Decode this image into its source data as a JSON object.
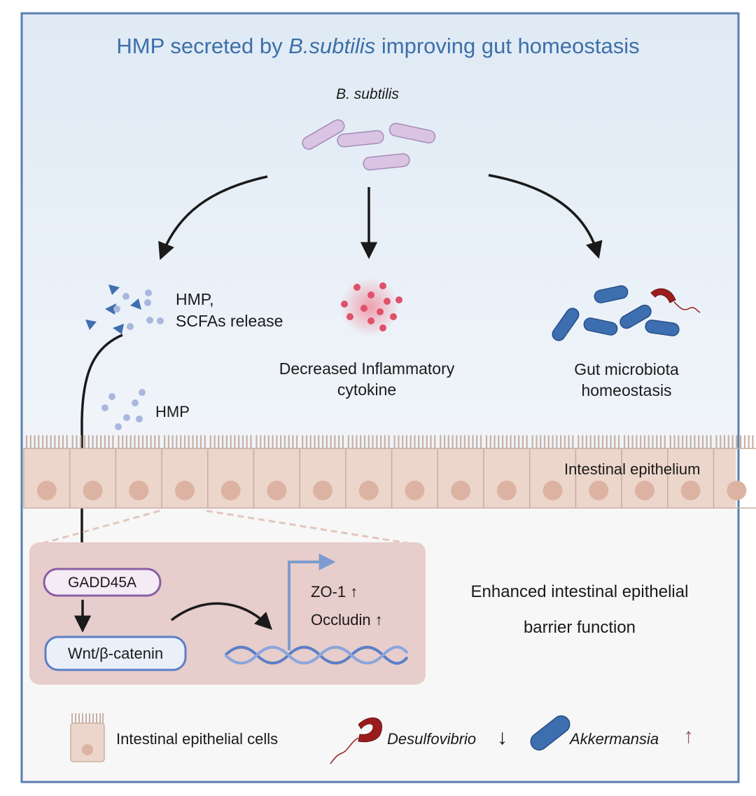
{
  "title": {
    "part1": "HMP secreted by ",
    "part2": "B.subtilis",
    "part3": " improving gut homeostasis"
  },
  "top_label": "B. subtilis",
  "branches": {
    "left_line1": "HMP,",
    "left_line2": "SCFAs release",
    "middle_line1": "Decreased Inflammatory",
    "middle_line2": "cytokine",
    "right_line1": "Gut microbiota",
    "right_line2": "homeostasis"
  },
  "hmp_label": "HMP",
  "epithelium_label": "Intestinal epithelium",
  "pathway": {
    "gadd": "GADD45A",
    "wnt": "Wnt/β-catenin",
    "zo1": "ZO-1",
    "occludin": "Occludin",
    "up_arrow": "↑"
  },
  "outcome_line1": "Enhanced intestinal epithelial",
  "outcome_line2": "barrier function",
  "legend": {
    "cells": "Intestinal epithelial cells",
    "desulfovibrio": "Desulfovibrio",
    "desulfovibrio_arrow": "↓",
    "akkermansia": "Akkermansia",
    "akkermansia_arrow": "↑"
  },
  "colors": {
    "title_blue": "#3e6fa8",
    "frame": "#5a7fb0",
    "bacillus": "#d9c4e4",
    "akkermansia": "#3d6fb0",
    "desulfovibrio": "#9b1c1c",
    "inflammation": "#e0506a",
    "epithelium": "#ecd6cb",
    "pathway_box": "#e7cdcb"
  }
}
